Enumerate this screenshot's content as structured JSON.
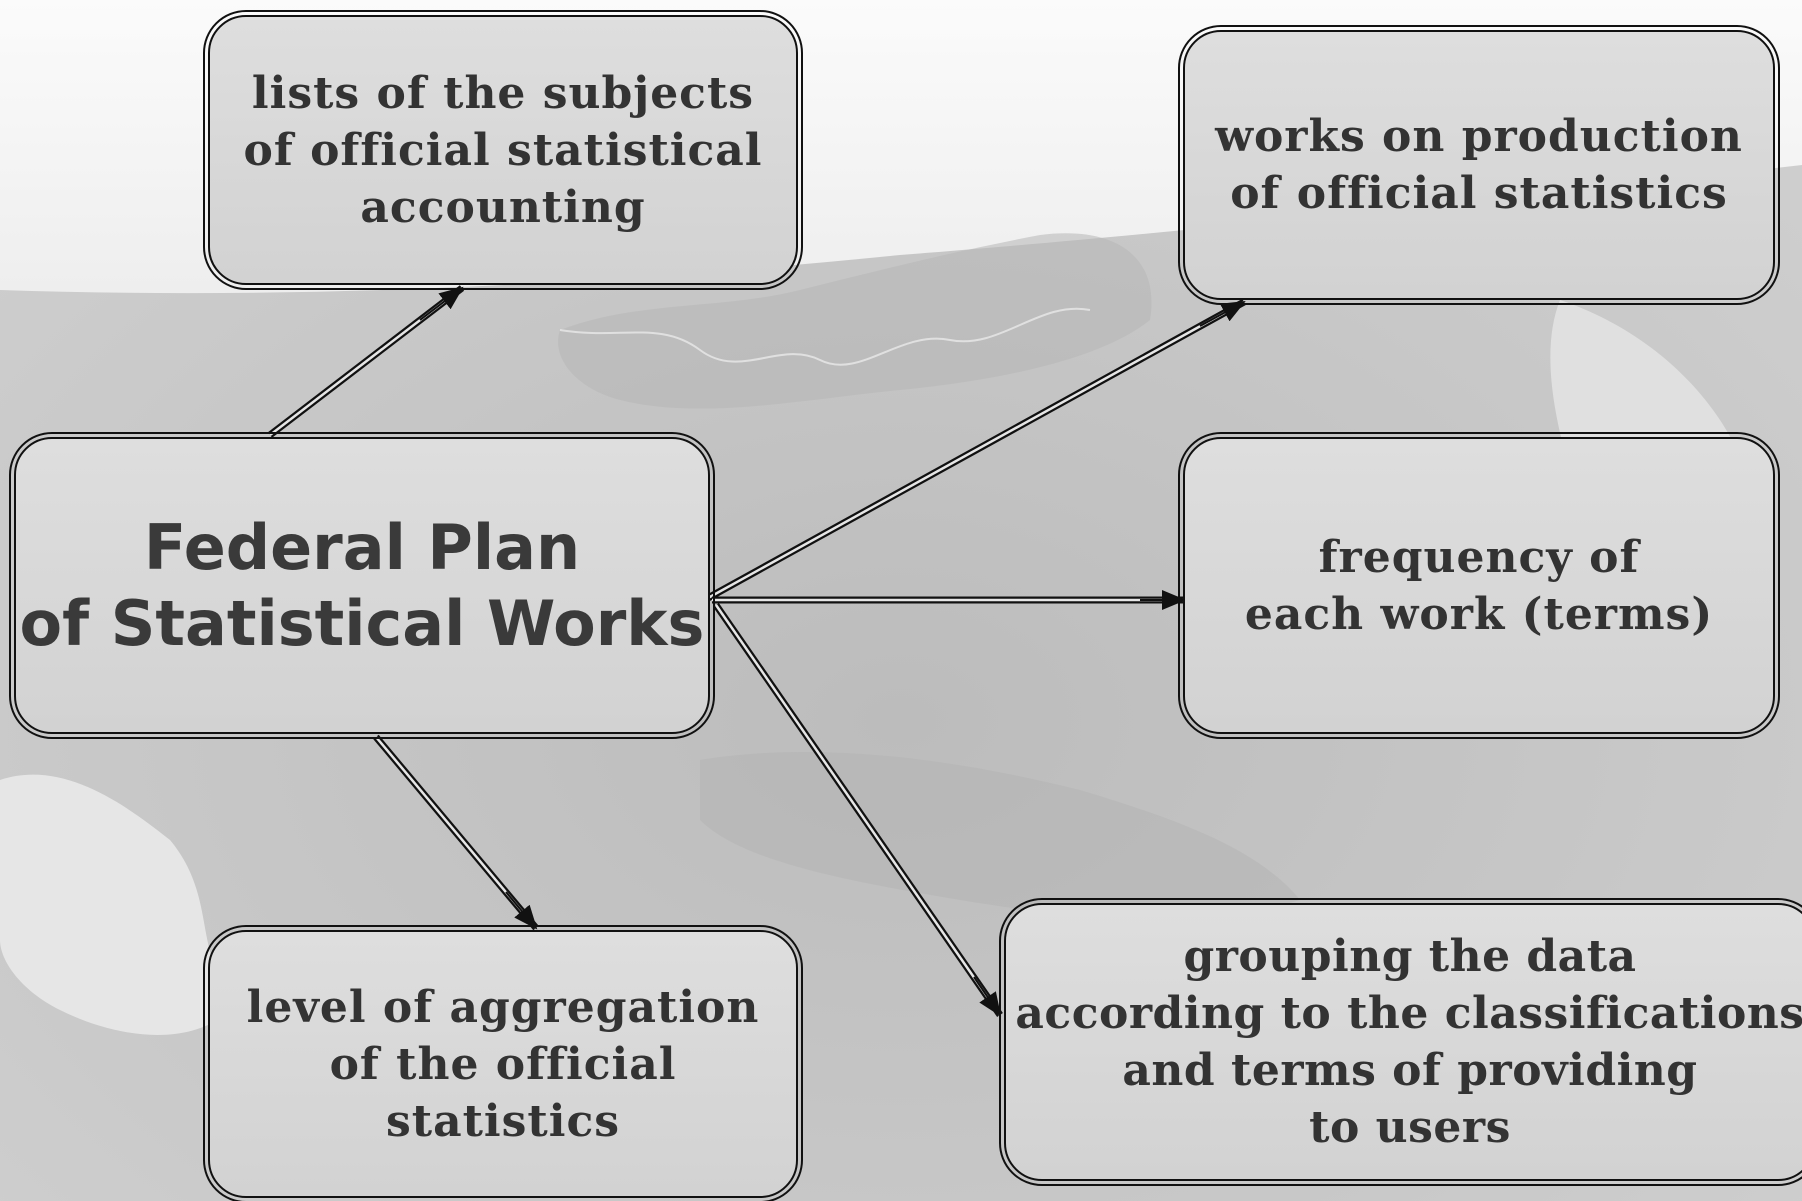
{
  "diagram": {
    "center": {
      "label": "Federal Plan\nof Statistical Works"
    },
    "nodes": [
      {
        "id": "lists",
        "label": "lists of the subjects\nof official statistical\naccounting"
      },
      {
        "id": "works",
        "label": "works on production\nof official statistics"
      },
      {
        "id": "freq",
        "label": "frequency of\neach work (terms)"
      },
      {
        "id": "level",
        "label": "level of aggregation\nof the official statistics"
      },
      {
        "id": "group",
        "label": "grouping the data\naccording to the classifications\nand terms of providing\nto users"
      }
    ],
    "edges": [
      {
        "from": "center",
        "to": "lists"
      },
      {
        "from": "center",
        "to": "works"
      },
      {
        "from": "center",
        "to": "freq"
      },
      {
        "from": "center",
        "to": "level"
      },
      {
        "from": "center",
        "to": "group"
      }
    ],
    "colors": {
      "node_fill": "#d8d8d8",
      "node_border": "#111111",
      "text": "#333333",
      "background": "#d9d9d9",
      "map_land": "#c4c4c4"
    }
  }
}
